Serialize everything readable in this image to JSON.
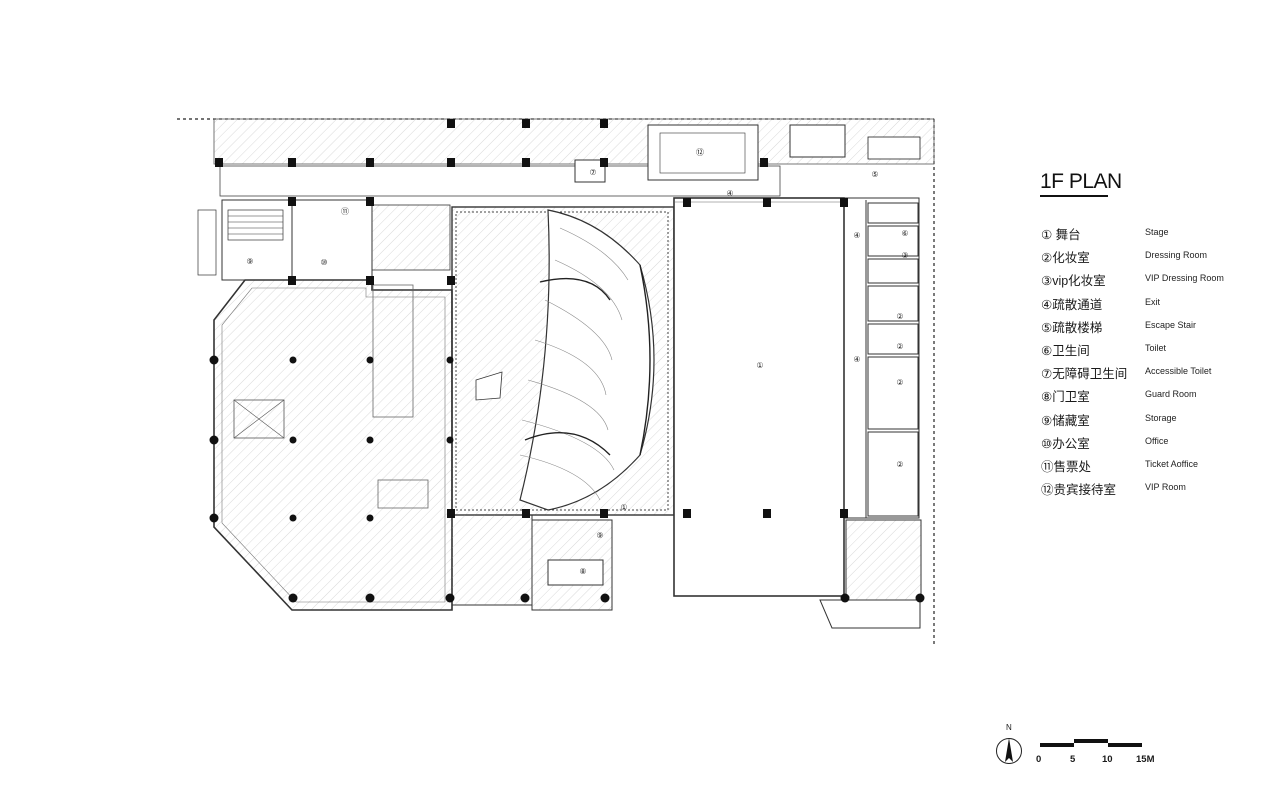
{
  "drawing": {
    "title": "1F PLAN",
    "north_label": "N",
    "legend": [
      {
        "zh": "① 舞台",
        "en": "Stage"
      },
      {
        "zh": "②化妆室",
        "en": "Dressing Room"
      },
      {
        "zh": "③vip化妆室",
        "en": "VIP Dressing Room"
      },
      {
        "zh": "④疏散通道",
        "en": "Exit"
      },
      {
        "zh": "⑤疏散楼梯",
        "en": "Escape Stair"
      },
      {
        "zh": "⑥卫生间",
        "en": "Toilet"
      },
      {
        "zh": "⑦无障碍卫生间",
        "en": "Accessible Toilet"
      },
      {
        "zh": "⑧门卫室",
        "en": "Guard Room"
      },
      {
        "zh": "⑨储藏室",
        "en": "Storage"
      },
      {
        "zh": "⑩办公室",
        "en": "Office"
      },
      {
        "zh": "⑪售票处",
        "en": "Ticket Aoffice"
      },
      {
        "zh": "⑫贵宾接待室",
        "en": "VIP  Room"
      }
    ],
    "scale_bar": {
      "labels": [
        "0",
        "5",
        "10",
        "15M"
      ]
    },
    "room_tags": [
      "①",
      "②",
      "③",
      "④",
      "⑤",
      "⑥",
      "⑦",
      "⑧",
      "⑨",
      "⑩",
      "⑪",
      "⑫"
    ]
  }
}
